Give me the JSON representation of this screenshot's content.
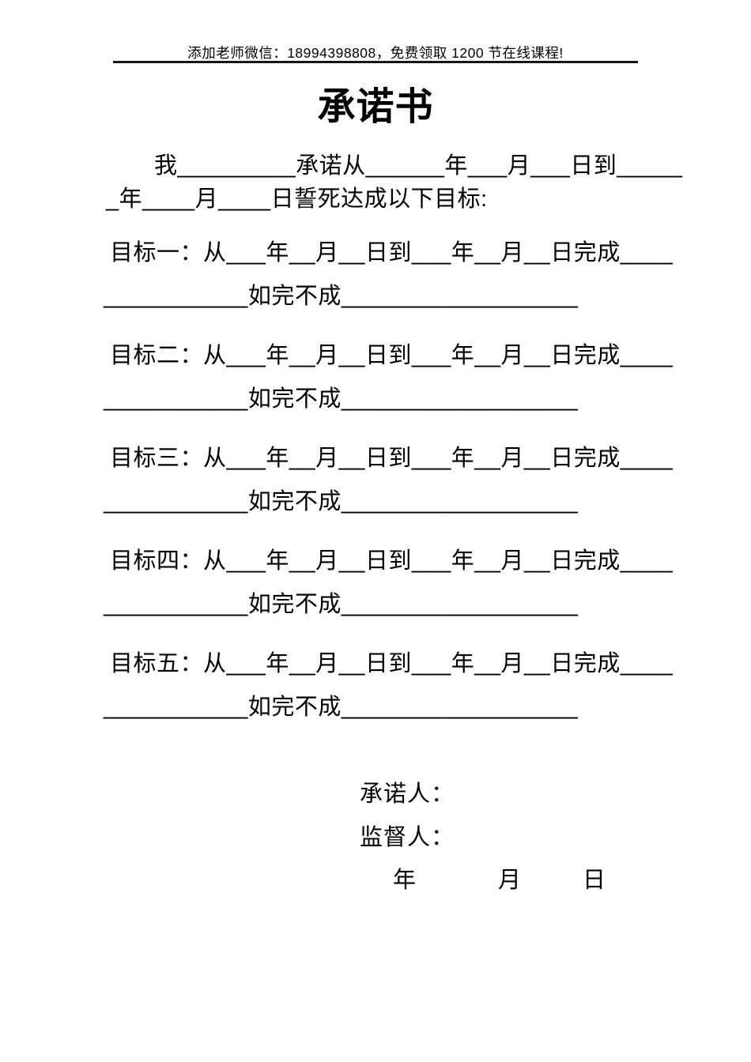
{
  "colors": {
    "background": "#ffffff",
    "text": "#000000",
    "rule": "#161616"
  },
  "header": {
    "note": "添加老师微信：18994398808，免费领取 1200 节在线课程!"
  },
  "title": "承诺书",
  "intro": {
    "line1": "我_________承诺从______年___月___日到_____",
    "line2": "_年____月____日誓死达成以下目标:"
  },
  "goals": [
    {
      "label": "目标一",
      "line1": "目标一：从___年__月__日到___年__月__日完成____",
      "line2": "___________如完不成__________________"
    },
    {
      "label": "目标二",
      "line1": "目标二：从___年__月__日到___年__月__日完成____",
      "line2": "___________如完不成__________________"
    },
    {
      "label": "目标三",
      "line1": "目标三：从___年__月__日到___年__月__日完成____",
      "line2": "___________如完不成__________________"
    },
    {
      "label": "目标四",
      "line1": "目标四：从___年__月__日到___年__月__日完成____",
      "line2": "___________如完不成__________________"
    },
    {
      "label": "目标五",
      "line1": "目标五：从___年__月__日到___年__月__日完成____",
      "line2": "___________如完不成__________________"
    }
  ],
  "signature": {
    "promiser_label": "承诺人：",
    "supervisor_label": "监督人：",
    "date": {
      "year": "年",
      "month": "月",
      "day": "日"
    }
  }
}
